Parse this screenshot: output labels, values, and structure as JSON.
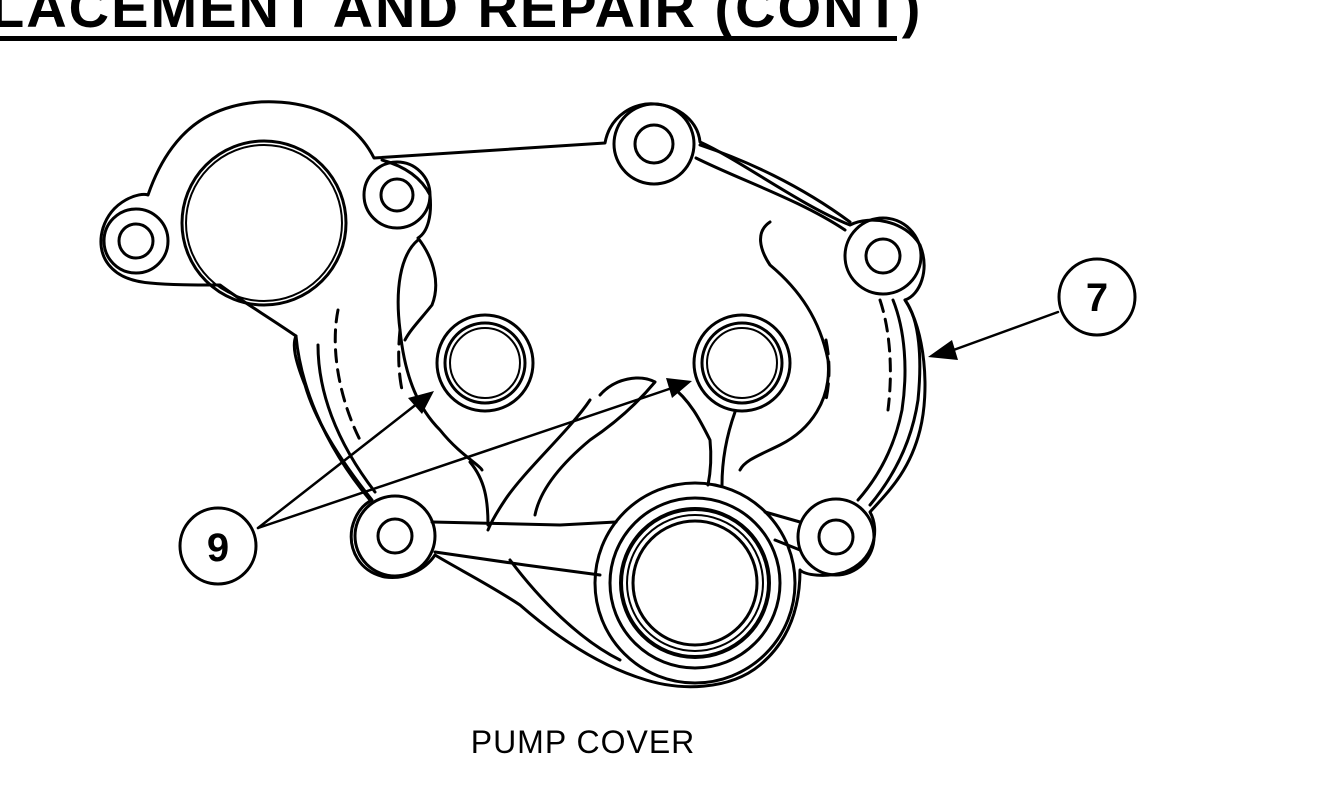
{
  "header": {
    "title": "LACEMENT AND REPAIR (CONT)"
  },
  "figure": {
    "caption": "PUMP COVER",
    "callouts": [
      {
        "id": "callout-7",
        "label": "7"
      },
      {
        "id": "callout-9",
        "label": "9"
      }
    ]
  },
  "colors": {
    "ink": "#000000",
    "paper": "#ffffff"
  }
}
